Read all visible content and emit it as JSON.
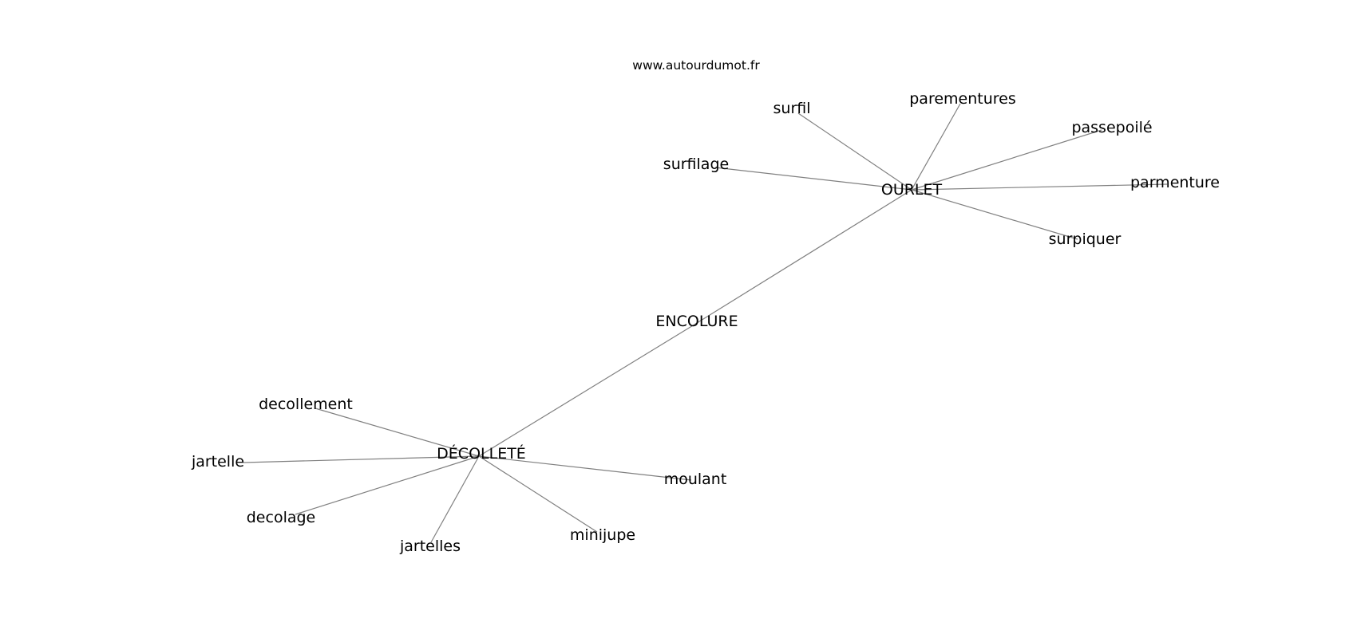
{
  "watermark": "www.autourdumot.fr",
  "nodes": [
    {
      "id": "encolure",
      "label": "ENCOLURE"
    },
    {
      "id": "ourlet",
      "label": "OURLET"
    },
    {
      "id": "decollete",
      "label": "DÉCOLLETÉ"
    },
    {
      "id": "surfil",
      "label": "surfil"
    },
    {
      "id": "parementures",
      "label": "parementures"
    },
    {
      "id": "passepoile",
      "label": "passepoilé"
    },
    {
      "id": "surfilage",
      "label": "surfilage"
    },
    {
      "id": "parmenture",
      "label": "parmenture"
    },
    {
      "id": "surpiquer",
      "label": "surpiquer"
    },
    {
      "id": "decollement",
      "label": "decollement"
    },
    {
      "id": "jartelle",
      "label": "jartelle"
    },
    {
      "id": "moulant",
      "label": "moulant"
    },
    {
      "id": "decolage",
      "label": "decolage"
    },
    {
      "id": "minijupe",
      "label": "minijupe"
    },
    {
      "id": "jartelles",
      "label": "jartelles"
    }
  ],
  "edges": [
    [
      "encolure",
      "ourlet"
    ],
    [
      "encolure",
      "decollete"
    ],
    [
      "ourlet",
      "surfil"
    ],
    [
      "ourlet",
      "parementures"
    ],
    [
      "ourlet",
      "passepoile"
    ],
    [
      "ourlet",
      "surfilage"
    ],
    [
      "ourlet",
      "parmenture"
    ],
    [
      "ourlet",
      "surpiquer"
    ],
    [
      "decollete",
      "decollement"
    ],
    [
      "decollete",
      "jartelle"
    ],
    [
      "decollete",
      "moulant"
    ],
    [
      "decollete",
      "decolage"
    ],
    [
      "decollete",
      "minijupe"
    ],
    [
      "decollete",
      "jartelles"
    ]
  ]
}
